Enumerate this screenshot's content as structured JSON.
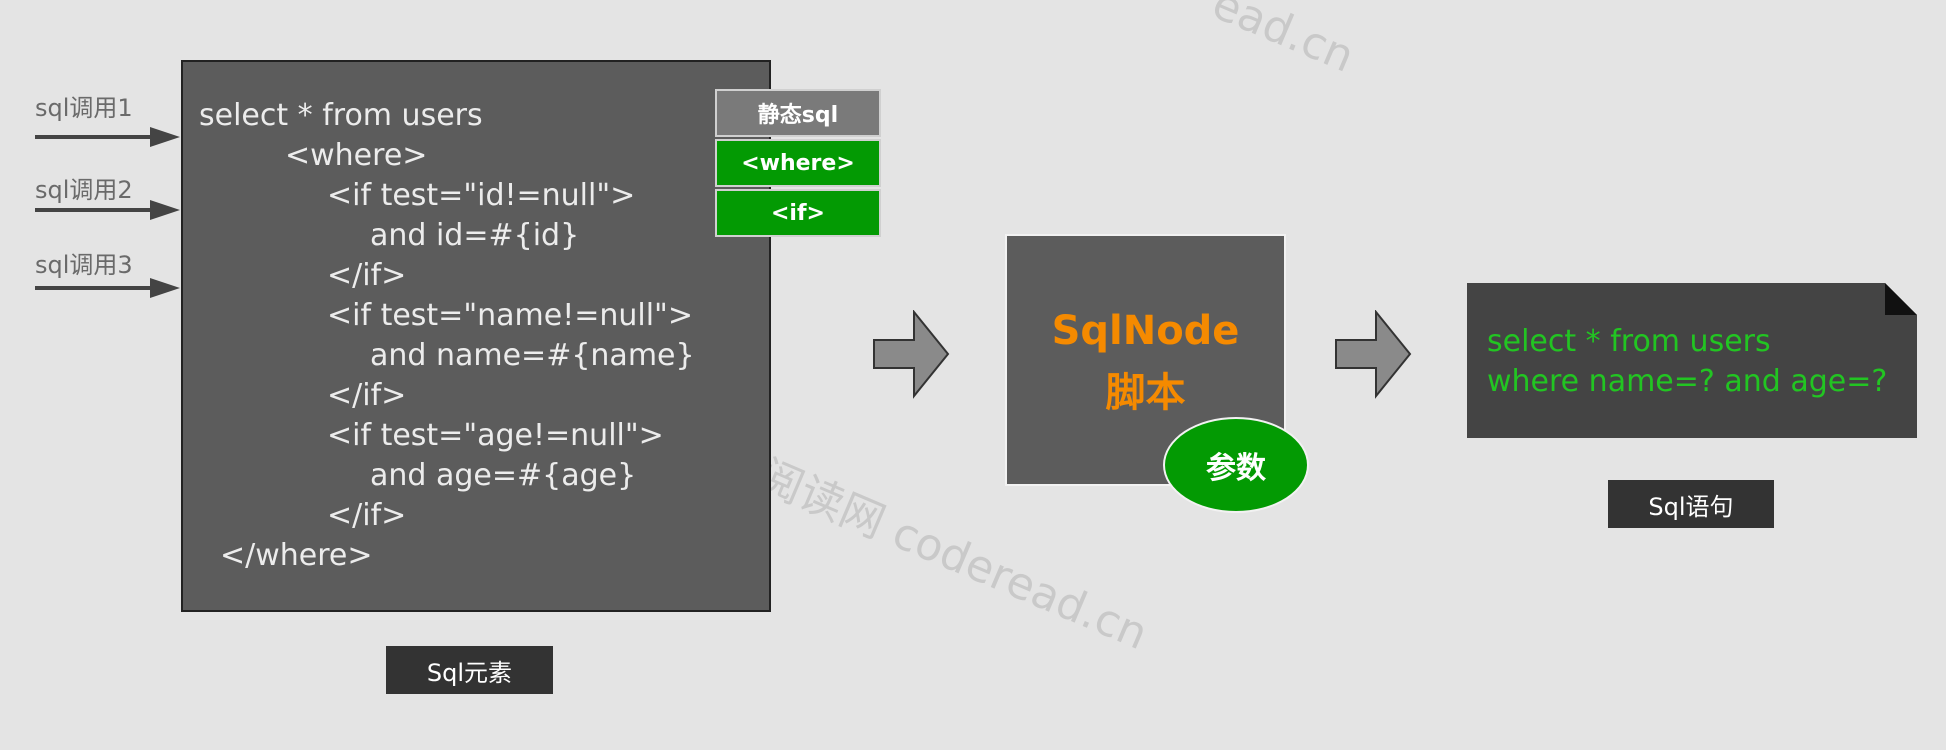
{
  "watermarks": [
    "ead.cn",
    "阅读网 coderead.cn"
  ],
  "calls": [
    "sql调用1",
    "sql调用2",
    "sql调用3"
  ],
  "sql_element": {
    "lines": [
      "select * from users",
      "<where>",
      "<if test=\"id!=null\">",
      "and id=#{id}",
      "</if>",
      "<if test=\"name!=null\">",
      "and name=#{name}",
      "</if>",
      "<if test=\"age!=null\">",
      "and age=#{age}",
      "</if>",
      "</where>"
    ],
    "caption": "Sql元素"
  },
  "tags": [
    {
      "label": "静态sql",
      "color": "#7a7a7a"
    },
    {
      "label": "<where>",
      "color": "#039a03"
    },
    {
      "label": "<if>",
      "color": "#039a03"
    }
  ],
  "sqlnode": {
    "line1": "SqlNode",
    "line2": "脚本",
    "param": "参数",
    "text_color": "#f58a00",
    "param_color": "#039a03"
  },
  "result": {
    "lines": [
      "select * from users",
      "where name=? and age=?"
    ],
    "caption": "Sql语句",
    "text_color": "#22c522"
  }
}
